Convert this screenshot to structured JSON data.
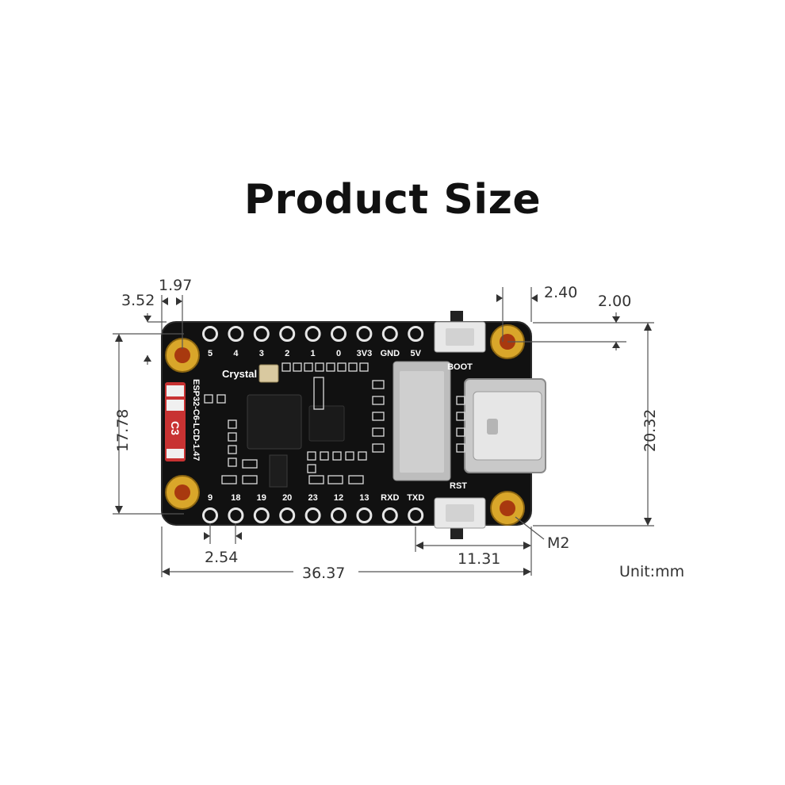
{
  "title": "Product Size",
  "unit_label": "Unit:mm",
  "dimensions": {
    "mount_hole_offset_top": "3.52",
    "mount_hole_offset_side": "1.97",
    "right_hole_offset": "2.40",
    "edge_offset_right": "2.00",
    "hole_spacing_height": "17.78",
    "board_height": "20.32",
    "pin_pitch": "2.54",
    "board_length": "36.37",
    "right_hole_to_pin": "11.31",
    "hole_size": "M2"
  },
  "board": {
    "model": "ESP32-C6-LCD-1.47",
    "crystal_label": "Crystal",
    "top_pins": [
      "5",
      "4",
      "3",
      "2",
      "1",
      "0",
      "3V3",
      "GND",
      "5V"
    ],
    "bottom_pins": [
      "9",
      "18",
      "19",
      "20",
      "23",
      "12",
      "13",
      "RXD",
      "TXD"
    ],
    "boot_label": "BOOT",
    "rst_label": "RST",
    "side_badge": "C3"
  }
}
